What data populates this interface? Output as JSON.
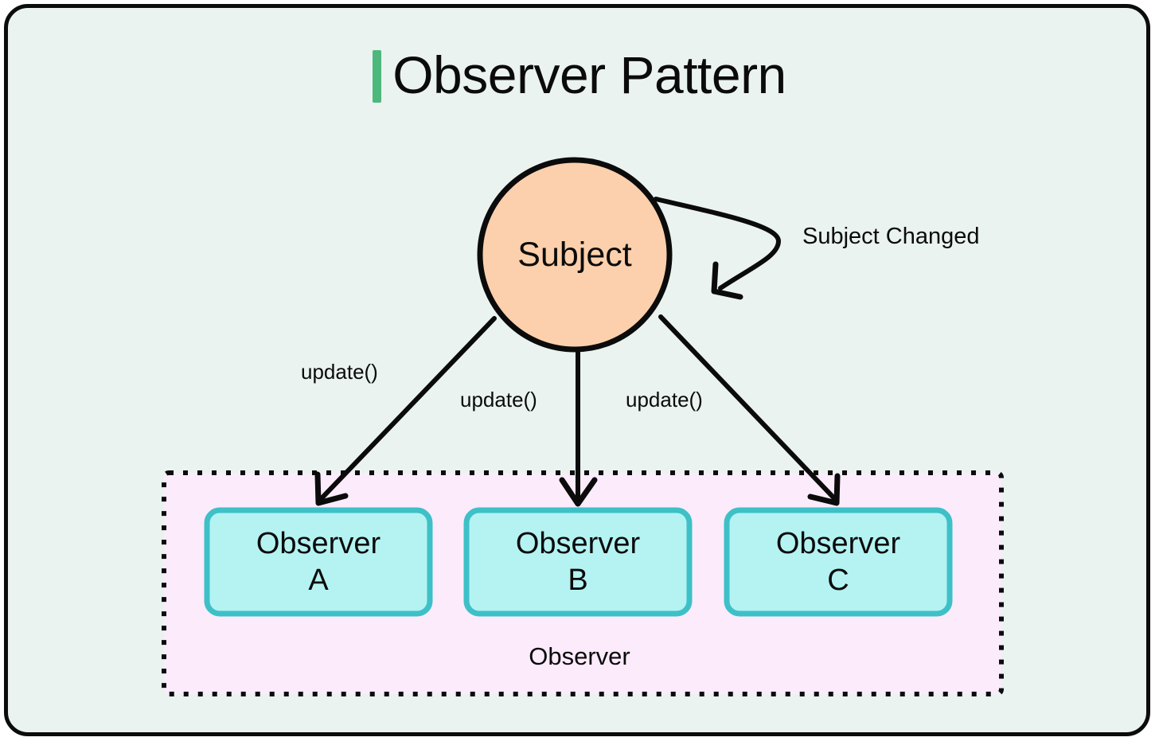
{
  "page": {
    "title": "Observer Pattern",
    "background_color": "#eaf3f0",
    "border_color": "#0c0c0c",
    "accent_color": "#4cb87c"
  },
  "diagram": {
    "type": "design-pattern-diagram",
    "subject": {
      "label": "Subject",
      "shape": "circle",
      "fill_color": "#fcd0ac",
      "stroke_color": "#0b0b0b"
    },
    "self_loop": {
      "label": "Subject Changed"
    },
    "edges": [
      {
        "label": "update()",
        "from": "Subject",
        "to": "Observer A"
      },
      {
        "label": "update()",
        "from": "Subject",
        "to": "Observer B"
      },
      {
        "label": "update()",
        "from": "Subject",
        "to": "Observer C"
      }
    ],
    "observer_group": {
      "caption": "Observer",
      "fill_color": "#fbebfb",
      "border_style": "dotted",
      "border_color": "#0b0b0b",
      "boxes": [
        {
          "line1": "Observer",
          "line2": "A",
          "fill_color": "#b4f3f2",
          "stroke_color": "#3ec0c7"
        },
        {
          "line1": "Observer",
          "line2": "B",
          "fill_color": "#b4f3f2",
          "stroke_color": "#3ec0c7"
        },
        {
          "line1": "Observer",
          "line2": "C",
          "fill_color": "#b4f3f2",
          "stroke_color": "#3ec0c7"
        }
      ]
    }
  }
}
